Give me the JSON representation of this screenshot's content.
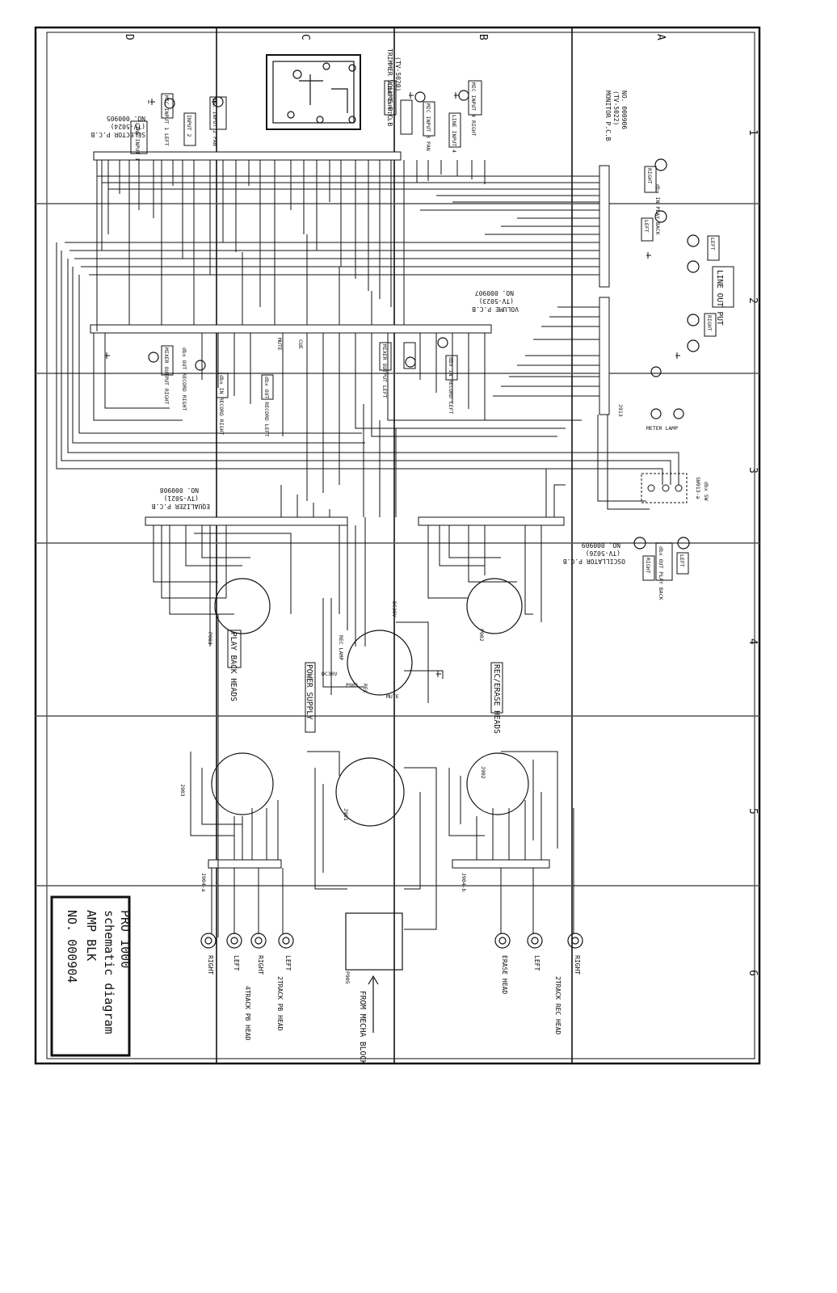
{
  "grid": {
    "columns": [
      "D",
      "C",
      "B",
      "A"
    ],
    "rows": [
      "1",
      "2",
      "3",
      "4",
      "5",
      "6"
    ]
  },
  "title_block": {
    "line1": "PRO 1000",
    "line2": "schematic diagram",
    "line3": "AMP BLK",
    "line4": "NO. 000904"
  },
  "boards": {
    "selector": {
      "name": "SELECTOR P.C.B",
      "code": "(TV-5024)",
      "no": "NO. 000905"
    },
    "trimmer": {
      "name": "TRIMMER VOLUME P.C.B",
      "code": "(TV-5020)"
    },
    "monitor": {
      "name": "MONITOR P.C.B",
      "code": "(TV-5022)",
      "no": "NO. 000906"
    },
    "volume": {
      "name": "VOLUME P.C.B",
      "code": "(TV-5023)",
      "no": "NO. 000907"
    },
    "equalizer": {
      "name": "EQUALIZER P.C.B",
      "code": "(TV-5021)",
      "no": "NO. 000908"
    },
    "oscillator": {
      "name": "OSCILLATOR P.C.B",
      "code": "(TV-5026)",
      "no": "NO. 000909"
    }
  },
  "jacks": {
    "line_input_1": "LINE INPUT 1",
    "mic_input_1_left": "MIC INPUT 1 LEFT",
    "mic_input_2": "INPUT 2",
    "mic_input_2_pan": "MIC INPUT 2 PAN",
    "line_input_3": "LINE INPUT 3",
    "mic_input_3_pan": "MIC INPUT 3 PAN",
    "line_input_4": "LINE INPUT 4",
    "mic_input_4_right": "MIC INPUT 4 RIGHT",
    "dbx_in_playback": "dbx IN PLAY BACK",
    "right": "RIGHT",
    "left": "LEFT",
    "line_output": "LINE OUT PUT",
    "meter_lamp": "METER LAMP",
    "dbx_out_playback": "dbx OUT PLAY BACK",
    "dbx_sw": "dbx SW",
    "mute": "MUTE",
    "cue": "CUE",
    "mixer_output_right": "MIXER OUTPUT RIGHT",
    "mixer_output_left": "MIXER OUTPUT LEFT",
    "dbx_out_record_right": "dbx OUT RECORD RIGHT",
    "dbx_in_record_right": "dbx IN RECORD RIGHT",
    "dbx_in_record_left": "dbx IN RECORD LEFT",
    "dbx_out_record_left": "dbx OUT RECORD LEFT"
  },
  "sections": {
    "playback_heads": "PLAY BACK HEADS",
    "power_supply": "POWER SUPPLY",
    "rec_erase_heads": "REC/ERASE HEADS",
    "rec_lamp": "REC LAMP",
    "dc30v": "DC30V",
    "rec": "REC",
    "dc30v_alt": "DC30V"
  },
  "connectors": {
    "j913": "J913",
    "j901": "J901",
    "j902": "J902",
    "j903": "J903",
    "p901": "P901",
    "p902": "P902",
    "p903": "P903",
    "p905": "P905",
    "sw913a": "SW913-a",
    "j904": "J904-a",
    "j904b": "J904-b"
  },
  "heads": {
    "right_4track": "RIGHT",
    "left_4track": "LEFT",
    "right_2track": "RIGHT",
    "left_2track": "LEFT",
    "track4_pb_head": "4TRACK PB HEAD",
    "track2_pb_head": "2TRACK PB HEAD",
    "erase_head": "ERASE HEAD",
    "left_rec": "LEFT",
    "right_rec": "RIGHT",
    "track2_rec_head": "2TRACK REC HEAD",
    "from_mecha_block": "FROM MECHA BLOCK"
  },
  "colors": {
    "ink": "#111111",
    "paper": "#ffffff",
    "grid": "#555555"
  }
}
